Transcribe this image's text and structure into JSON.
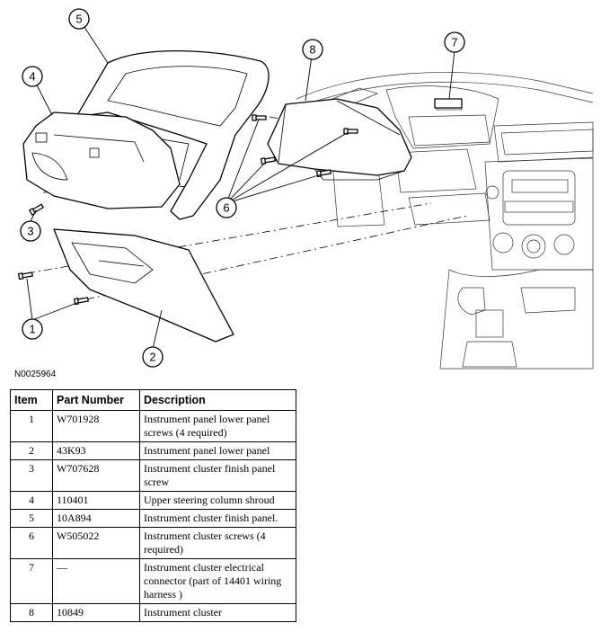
{
  "figure_id": "N0025964",
  "callouts": [
    "1",
    "2",
    "3",
    "4",
    "5",
    "6",
    "7",
    "8"
  ],
  "table": {
    "headers": [
      "Item",
      "Part Number",
      "Description"
    ],
    "rows": [
      {
        "item": "1",
        "part_number": "W701928",
        "description": "Instrument panel lower panel screws (4 required)"
      },
      {
        "item": "2",
        "part_number": "43K93",
        "description": "Instrument panel lower panel"
      },
      {
        "item": "3",
        "part_number": "W707628",
        "description": "Instrument cluster finish panel screw"
      },
      {
        "item": "4",
        "part_number": "110401",
        "description": "Upper steering column shroud"
      },
      {
        "item": "5",
        "part_number": "10A894",
        "description": "Instrument cluster finish panel."
      },
      {
        "item": "6",
        "part_number": "W505022",
        "description": "Instrument cluster screws (4 required)"
      },
      {
        "item": "7",
        "part_number": "—",
        "description": "Instrument cluster electrical connector (part of 14401 wiring harness )"
      },
      {
        "item": "8",
        "part_number": "10849",
        "description": "Instrument cluster"
      }
    ]
  }
}
